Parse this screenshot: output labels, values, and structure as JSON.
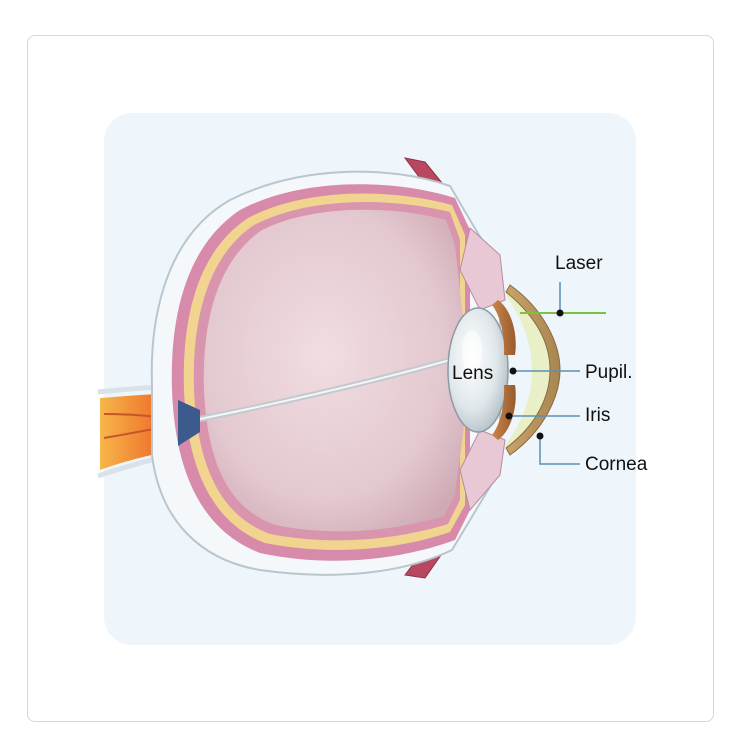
{
  "diagram": {
    "labels": {
      "laser": "Laser",
      "lens": "Lens",
      "pupil": "Pupil.",
      "iris": "Iris",
      "cornea": "Cornea"
    },
    "colors": {
      "background_panel": "#eef6fc",
      "vitreous": "#e6cfd6",
      "retina": "#d88aaa",
      "choroid": "#f1d48f",
      "sclera": "#f4f8fa",
      "optic_nerve": "#f08a3a",
      "laser_beam": "#7cc242",
      "label_line": "#5a8fb5"
    }
  }
}
